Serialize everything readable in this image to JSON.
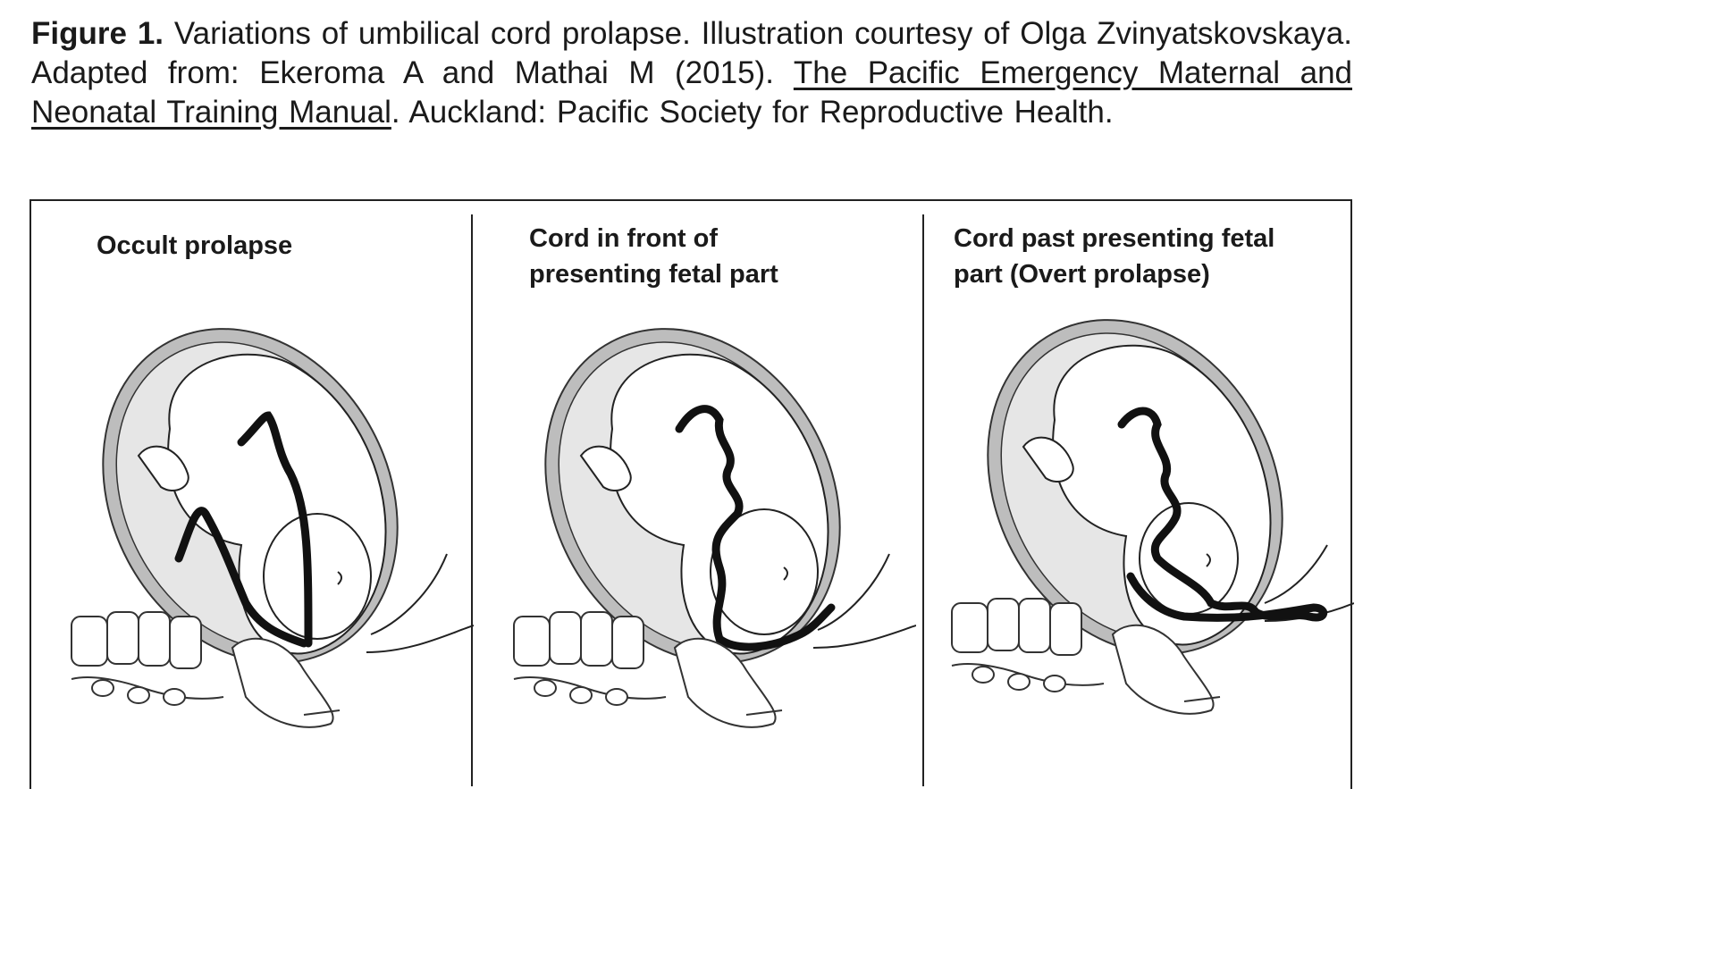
{
  "caption": {
    "label": "Figure 1.",
    "text_1": "Variations of umbilical cord prolapse. Illustration courtesy of Olga Zvinyatskovskaya. Adapted from: Ekeroma A and Mathai M (2015).",
    "book_title": "The Pacific Emergency Maternal and Neonatal Training Manual",
    "text_2": ". Auckland: Pacific Society for Reproductive Health."
  },
  "panels": [
    {
      "title": "Occult prolapse"
    },
    {
      "title_line1": "Cord in front of",
      "title_line2": "presenting fetal part"
    },
    {
      "title_line1": "Cord past presenting fetal",
      "title_line2": "part (Overt prolapse)"
    }
  ]
}
